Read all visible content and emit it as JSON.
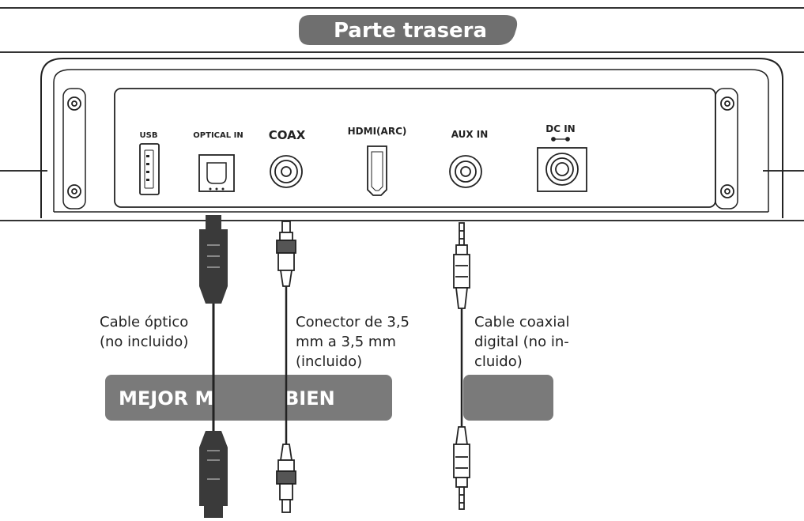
{
  "banner": {
    "title": "Parte trasera"
  },
  "ports": {
    "usb": "USB",
    "optical": "OPTICAL IN",
    "coax": "COAX",
    "hdmi": "HDMI(ARC)",
    "aux": "AUX IN",
    "dc": "DC IN"
  },
  "cables": {
    "optical": {
      "line1": "Cable óptico",
      "line2": "(no incluido)"
    },
    "rca": {
      "line1": "Conector de 3,5",
      "line2": "mm a 3,5 mm",
      "line3": "(incluido)"
    },
    "coax": {
      "line1": "Cable coaxial",
      "line2": "digital (no in-",
      "line3": "cluido)"
    }
  },
  "watermark": {
    "text1": "MEJOR M",
    "text2": "BIEN"
  },
  "colors": {
    "banner": "#6f6f6f",
    "badge": "#7a7a7a",
    "line": "#222222",
    "plug_dark": "#3a3a3a"
  }
}
